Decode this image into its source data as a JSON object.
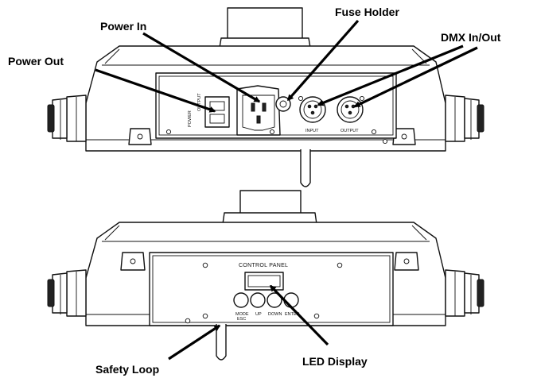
{
  "callouts": {
    "power_in": "Power In",
    "fuse_holder": "Fuse Holder",
    "dmx_in_out": "DMX In/Out",
    "power_out": "Power Out",
    "safety_loop": "Safety Loop",
    "led_display": "LED Display"
  },
  "top_panel": {
    "power_label": "POWER",
    "output_label": "OUTPUT",
    "input_connector": "INPUT",
    "output_connector": "OUTPUT"
  },
  "bottom_panel": {
    "control_panel": "CONTROL   PANEL",
    "buttons": [
      "MODE",
      "UP",
      "DOWN",
      "ENTER"
    ],
    "esc_label": "ESC"
  }
}
